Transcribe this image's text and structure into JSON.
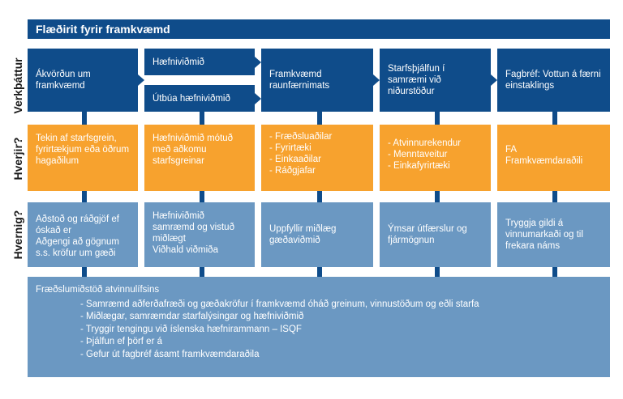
{
  "title": "Flæðirit fyrir framkvæmd",
  "row_labels": {
    "r1": "Verkþáttur",
    "r2": "Hverjir?",
    "r3": "Hvernig?"
  },
  "verkthattur": {
    "c1": "Ákvörðun um framkvæmd",
    "c2a": "Hæfniviðmið",
    "c2b": "Útbúa hæfniviðmið",
    "c3": "Framkvæmd raunfærnimats",
    "c4": "Starfsþjálfun í samræmi við niðurstöður",
    "c5": "Fagbréf: Vottun á færni einstaklings"
  },
  "hverjir": {
    "c1": "Tekin af starfsgrein, fyrirtækjum eða öðrum hagaðilum",
    "c2": "Hæfniviðmið mótuð með aðkomu starfsgreinar",
    "c3": [
      "- Fræðsluaðilar",
      "- Fyrirtæki",
      "- Einkaaðilar",
      "- Ráðgjafar"
    ],
    "c4": [
      "- Atvinnurekendur",
      "- Menntaveitur",
      "- Einkafyrirtæki"
    ],
    "c5": [
      "FA",
      "Framkvæmdaraðili"
    ]
  },
  "hvernig": {
    "c1": [
      "Aðstoð og ráðgjöf ef óskað er",
      "Aðgengi að gögnum s.s. kröfur um gæði"
    ],
    "c2": [
      "Hæfniviðmið samræmd og vistuð miðlægt",
      "Viðhald viðmiða"
    ],
    "c3": "Uppfyllir miðlæg gæðaviðmið",
    "c4": "Ýmsar útfærslur og fjármögnun",
    "c5": "Tryggja gildi á vinnumarkaði og til frekara náms"
  },
  "bottom": {
    "heading": "Fræðslumiðstöð atvinnulífsins",
    "items": [
      "- Samræmd aðferðafræði og gæðakröfur í framkvæmd óháð greinum, vinnustöðum og eðli starfa",
      "- Miðlægar, samræmdar starfalýsingar og hæfniviðmið",
      "- Tryggir tengingu við íslenska hæfnirammann – ISQF",
      "- Þjálfun ef þörf er á",
      "- Gefur út fagbréf ásamt framkvæmdaraðila"
    ]
  },
  "colors": {
    "dark_blue": "#0f4c8a",
    "orange": "#f7a22e",
    "light_blue": "#6b98c2"
  }
}
